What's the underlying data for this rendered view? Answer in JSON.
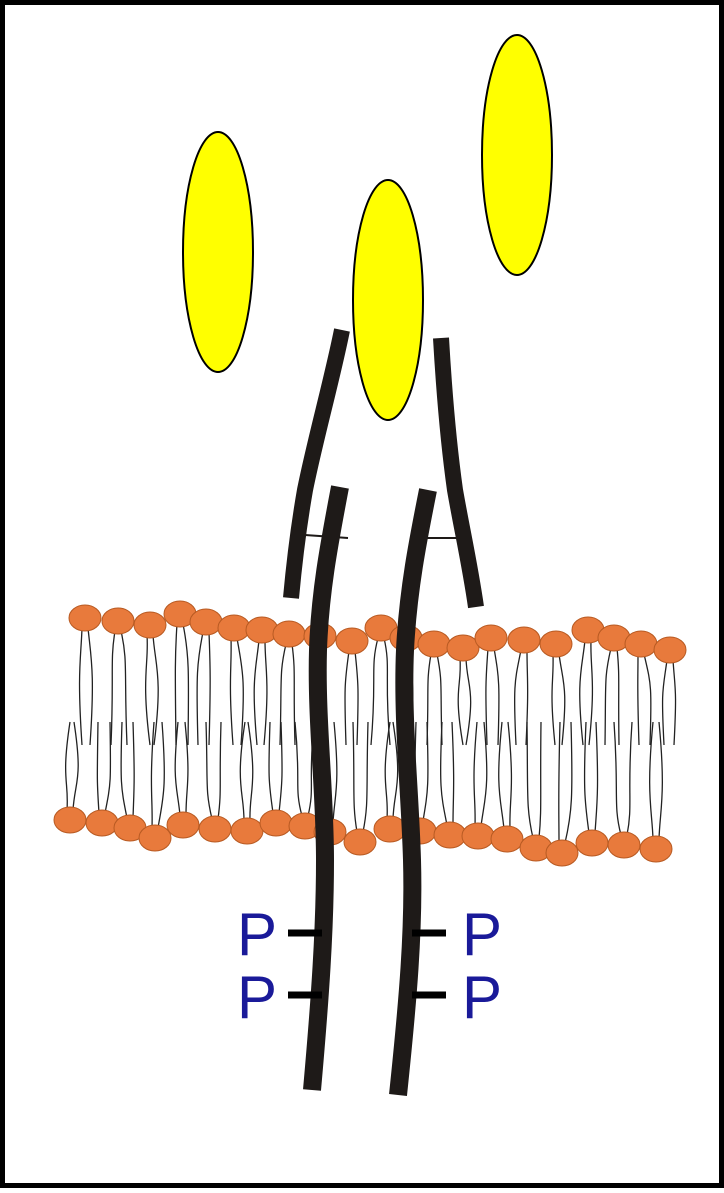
{
  "colors": {
    "background": "#ffffff",
    "border": "#000000",
    "ligand_fill": "#ffff00",
    "ligand_stroke": "#000000",
    "receptor_chain": "#1e1a18",
    "lipid_head": "#e87a3c",
    "lipid_head_stroke": "#b85a22",
    "lipid_tail": "#222222",
    "phosphate_label": "#1a1a99"
  },
  "ligands": {
    "count": 3
  },
  "phosphates": {
    "left": [
      "P",
      "P"
    ],
    "right": [
      "P",
      "P"
    ]
  }
}
